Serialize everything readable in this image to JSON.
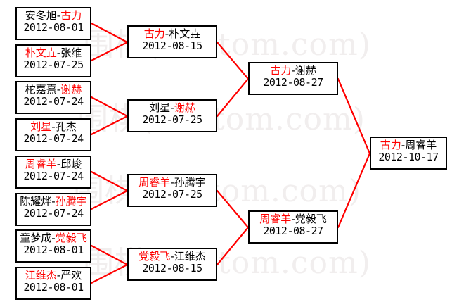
{
  "watermark": {
    "text": "围棋(hoetom.com)",
    "color": "#f1eeee"
  },
  "colors": {
    "winner": "#ff0000",
    "loser": "#000000",
    "connector": "#ff0000",
    "box_border": "#000000",
    "background": "#ffffff"
  },
  "bracket": {
    "round1": [
      {
        "winner": "安冬旭",
        "loser": "古力",
        "winner_side": "right",
        "p1": "安冬旭",
        "p2": "古力",
        "date": "2012-08-01"
      },
      {
        "winner": "朴文垚",
        "loser": "张维",
        "winner_side": "left",
        "p1": "朴文垚",
        "p2": "张维",
        "date": "2012-07-25"
      },
      {
        "winner": "谢赫",
        "loser": "柁嘉熹",
        "winner_side": "right",
        "p1": "柁嘉熹",
        "p2": "谢赫",
        "date": "2012-07-24"
      },
      {
        "winner": "刘星",
        "loser": "孔杰",
        "winner_side": "left",
        "p1": "刘星",
        "p2": "孔杰",
        "date": "2012-07-24"
      },
      {
        "winner": "周睿羊",
        "loser": "邱峻",
        "winner_side": "left",
        "p1": "周睿羊",
        "p2": "邱峻",
        "date": "2012-07-24"
      },
      {
        "winner": "孙腾宇",
        "loser": "陈耀烨",
        "winner_side": "right",
        "p1": "陈耀烨",
        "p2": "孙腾宇",
        "date": "2012-07-24"
      },
      {
        "winner": "党毅飞",
        "loser": "童梦成",
        "winner_side": "right",
        "p1": "童梦成",
        "p2": "党毅飞",
        "date": "2012-08-01"
      },
      {
        "winner": "江维杰",
        "loser": "严欢",
        "winner_side": "left",
        "p1": "江维杰",
        "p2": "严欢",
        "date": "2012-08-01"
      }
    ],
    "round2": [
      {
        "p1": "古力",
        "p2": "朴文垚",
        "winner_side": "left",
        "date": "2012-08-15"
      },
      {
        "p1": "刘星",
        "p2": "谢赫",
        "winner_side": "right",
        "date": "2012-07-25"
      },
      {
        "p1": "周睿羊",
        "p2": "孙腾宇",
        "winner_side": "left",
        "date": "2012-07-25"
      },
      {
        "p1": "党毅飞",
        "p2": "江维杰",
        "winner_side": "left",
        "date": "2012-08-15"
      }
    ],
    "round3": [
      {
        "p1": "古力",
        "p2": "谢赫",
        "winner_side": "left",
        "date": "2012-08-27"
      },
      {
        "p1": "周睿羊",
        "p2": "党毅飞",
        "winner_side": "left",
        "date": "2012-08-27"
      }
    ],
    "final": {
      "p1": "古力",
      "p2": "周睿羊",
      "winner_side": "left",
      "date": "2012-10-17"
    },
    "separator": "-"
  }
}
